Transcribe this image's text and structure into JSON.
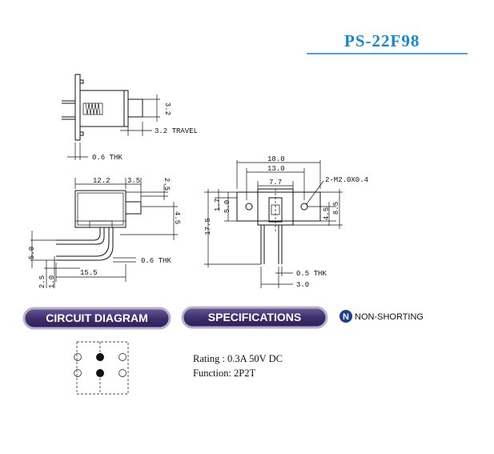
{
  "title": "PS-22F98",
  "sections": {
    "circuit": "CIRCUIT DIAGRAM",
    "specifications": "SPECIFICATIONS",
    "non_shorting_letter": "N",
    "non_shorting": "NON-SHORTING"
  },
  "specs": {
    "rating": "Rating : 0.3A 50V DC",
    "function": "Function: 2P2T"
  },
  "dims_top": {
    "height": "3.2",
    "travel": "3.2 TRAVEL",
    "thk": "0.6 THK"
  },
  "dims_side": {
    "width": "12.2",
    "actuator": "3.5",
    "a": "2.5",
    "b": "4.5",
    "c": "5.0",
    "d": "2.5",
    "e": "1.0",
    "length": "15.5",
    "thk": "0.6 THK"
  },
  "dims_front": {
    "w18": "18.0",
    "w13": "13.0",
    "w77": "7.7",
    "holes": "2-M2.0X0.4",
    "h175": "17.5",
    "h17": "1.7",
    "h50": "5.0",
    "h45": "4.5",
    "h85": "8.5",
    "thk": "0.5 THK",
    "w30": "3.0"
  },
  "colors": {
    "title": "#1a86c8",
    "pill": "#4a3a78",
    "pill_border": "#b8b0cc"
  }
}
